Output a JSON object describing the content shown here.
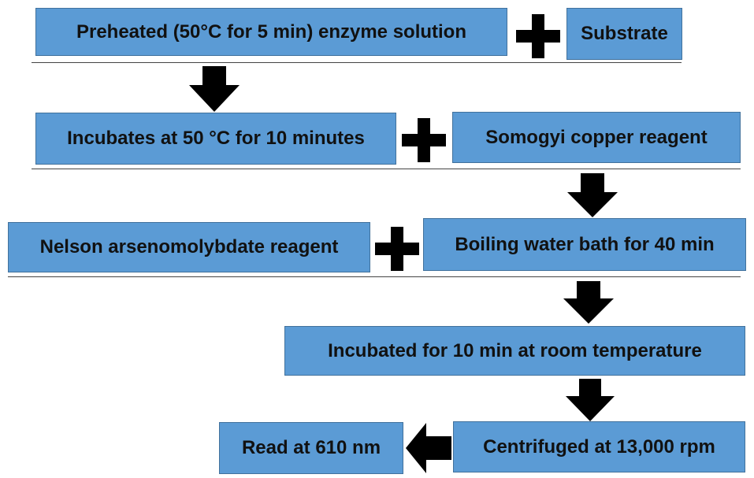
{
  "colors": {
    "box_fill": "#5b9bd5",
    "box_border": "#41719c",
    "glyph": "#000000",
    "text": "#111111"
  },
  "steps": {
    "preheated_enzyme": "Preheated (50°C for 5 min) enzyme solution",
    "substrate": "Substrate",
    "incubate_50c": "Incubates at 50 °C for 10 minutes",
    "somogyi": "Somogyi copper reagent",
    "nelson": "Nelson arsenomolybdate reagent",
    "boiling": "Boiling water bath for 40 min",
    "incubate_room": "Incubated for 10 min at room temperature",
    "read": "Read at 610 nm",
    "centrifuge": "Centrifuged at 13,000 rpm"
  },
  "icons": [
    "plus-icon",
    "arrow-down-icon",
    "arrow-left-icon"
  ]
}
